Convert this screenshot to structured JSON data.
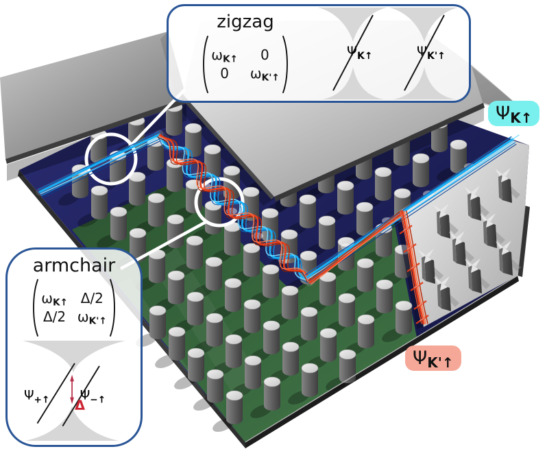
{
  "figure": {
    "inset_zigzag": {
      "title": "zigzag",
      "matrix": {
        "r1c1": {
          "base": "ω",
          "sub": "K↑"
        },
        "r1c2": {
          "base": "0",
          "sub": ""
        },
        "r2c1": {
          "base": "0",
          "sub": ""
        },
        "r2c2": {
          "base": "ω",
          "sub": "K'↑"
        }
      },
      "cone_left_label": {
        "base": "Ψ",
        "sub": "K↑"
      },
      "cone_right_label": {
        "base": "Ψ",
        "sub": "K'↑"
      }
    },
    "inset_armchair": {
      "title": "armchair",
      "matrix": {
        "r1c1": {
          "base": "ω",
          "sub": "K↑"
        },
        "r1c2": {
          "base": "Δ/2",
          "sub": ""
        },
        "r2c1": {
          "base": "Δ/2",
          "sub": ""
        },
        "r2c2": {
          "base": "ω",
          "sub": "K'↑"
        }
      },
      "band_left_label": {
        "base": "Ψ",
        "sub": "+↑"
      },
      "band_right_label": {
        "base": "Ψ",
        "sub": "−↑"
      },
      "gap_label": "Δ"
    },
    "output_top_label": {
      "base": "Ψ",
      "sub": "K↑"
    },
    "output_bottom_label": {
      "base": "Ψ",
      "sub": "K'↑"
    },
    "colors": {
      "cyan_beam": "#18b0f6",
      "red_beam": "#e8401c",
      "cyan_label_bg": "#7af0ee",
      "red_label_bg": "#f6a898",
      "box_border": "#2a5596",
      "gap_annotation": "#b8304a",
      "gap_letter": "#cb2433",
      "domain_blue": "#1c1e5a",
      "domain_green": "#2e5f36"
    }
  }
}
